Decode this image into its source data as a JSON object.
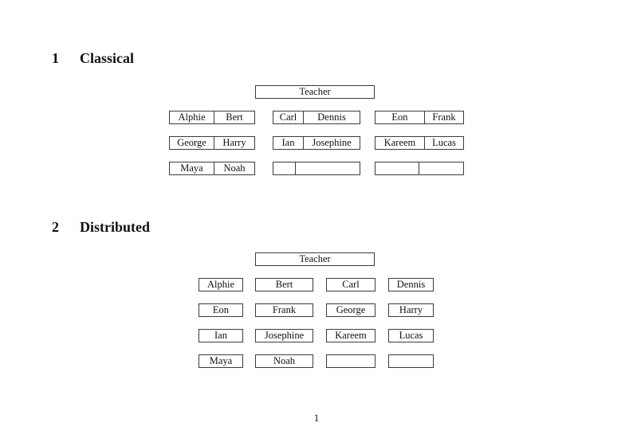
{
  "page": {
    "number": "1"
  },
  "sections": [
    {
      "number": "1",
      "title": "Classical",
      "teacher_label": "Teacher",
      "rows": [
        [
          [
            "Alphie",
            "Bert"
          ],
          [
            "Carl",
            "Dennis"
          ],
          [
            "Eon",
            "Frank"
          ]
        ],
        [
          [
            "George",
            "Harry"
          ],
          [
            "Ian",
            "Josephine"
          ],
          [
            "Kareem",
            "Lucas"
          ]
        ],
        [
          [
            "Maya",
            "Noah"
          ],
          [
            "",
            ""
          ],
          [
            "",
            ""
          ]
        ]
      ]
    },
    {
      "number": "2",
      "title": "Distributed",
      "teacher_label": "Teacher",
      "rows": [
        [
          "Alphie",
          "Bert",
          "Carl",
          "Dennis"
        ],
        [
          "Eon",
          "Frank",
          "George",
          "Harry"
        ],
        [
          "Ian",
          "Josephine",
          "Kareem",
          "Lucas"
        ],
        [
          "Maya",
          "Noah",
          "",
          ""
        ]
      ]
    }
  ]
}
